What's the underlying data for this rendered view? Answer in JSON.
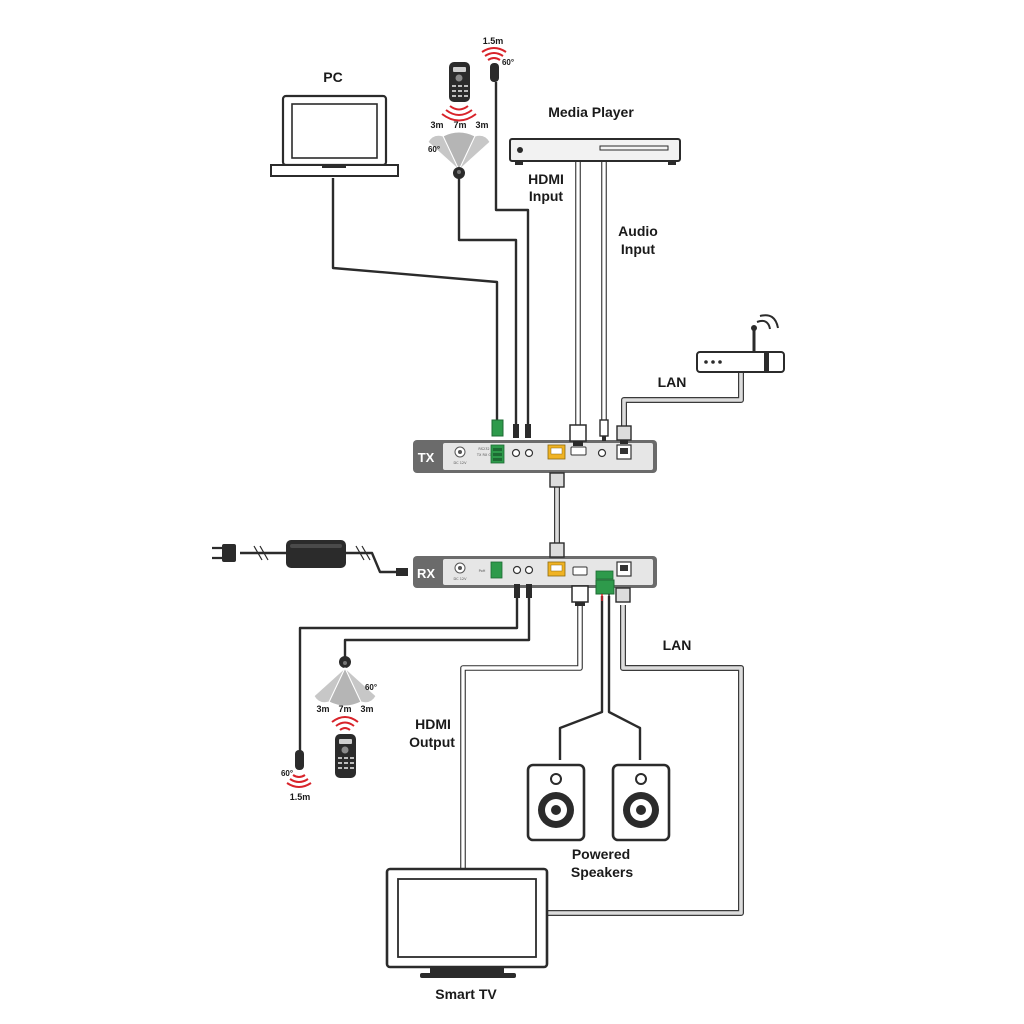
{
  "labels": {
    "pc": "PC",
    "media_player": "Media Player",
    "hdmi_input_1": "HDMI",
    "hdmi_input_2": "Input",
    "audio_input_1": "Audio",
    "audio_input_2": "Input",
    "lan_top": "LAN",
    "lan_bottom": "LAN",
    "tx": "TX",
    "rx": "RX",
    "hdmi_output_1": "HDMI",
    "hdmi_output_2": "Output",
    "powered_speakers_1": "Powered",
    "powered_speakers_2": "Speakers",
    "smart_tv": "Smart TV"
  },
  "ir_top": {
    "eye_distance": "1.5m",
    "eye_angle": "60°",
    "blaster_left": "3m",
    "blaster_center": "7m",
    "blaster_right": "3m",
    "blaster_angle": "60°"
  },
  "ir_bottom": {
    "blaster_angle": "60°",
    "blaster_left": "3m",
    "blaster_center": "7m",
    "blaster_right": "3m",
    "eye_angle": "60°",
    "eye_distance": "1.5m"
  },
  "colors": {
    "unit_body": "#6b6b6b",
    "unit_face": "#e6e6e6",
    "signal_red": "#d8232a",
    "terminal_green": "#2e9a4b",
    "lan_port": "#f0b323",
    "cable_grey": "#dcdcdc"
  }
}
